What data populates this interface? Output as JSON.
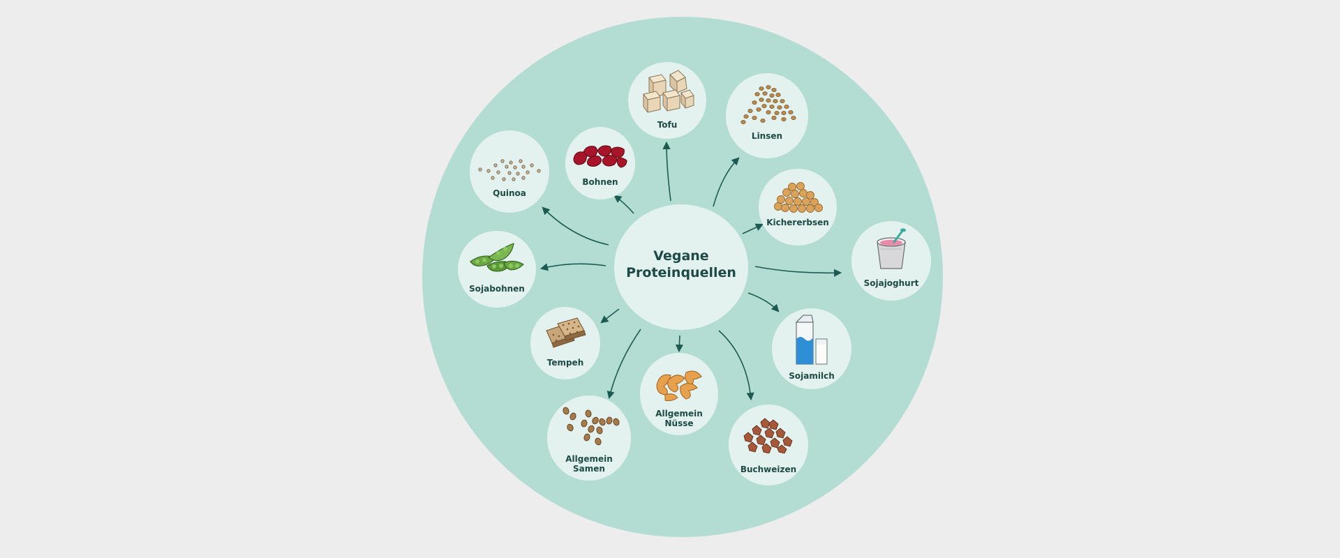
{
  "center": {
    "line1": "Vegane",
    "line2": "Proteinquellen"
  },
  "colors": {
    "background": "#ededed",
    "big_circle": "#b3ddd2",
    "node": "#e3f2ee",
    "text": "#1d4a45",
    "arrow": "#1d5a52"
  },
  "nodes": [
    {
      "id": "tofu",
      "label": "Tofu",
      "icon": "tofu-cubes-icon"
    },
    {
      "id": "linsen",
      "label": "Linsen",
      "icon": "lentils-icon"
    },
    {
      "id": "kichererbsen",
      "label": "Kichererbsen",
      "icon": "chickpeas-icon"
    },
    {
      "id": "sojajoghurt",
      "label": "Sojajoghurt",
      "icon": "soy-yogurt-cup-icon"
    },
    {
      "id": "sojamilch",
      "label": "Sojamilch",
      "icon": "soy-milk-carton-icon"
    },
    {
      "id": "buchweizen",
      "label": "Buchweizen",
      "icon": "buckwheat-icon"
    },
    {
      "id": "nuesse",
      "label": "Allgemein\nNüsse",
      "icon": "nuts-icon"
    },
    {
      "id": "samen",
      "label": "Allgemein\nSamen",
      "icon": "seeds-icon"
    },
    {
      "id": "tempeh",
      "label": "Tempeh",
      "icon": "tempeh-icon"
    },
    {
      "id": "sojabohnen",
      "label": "Sojabohnen",
      "icon": "soybean-pods-icon"
    },
    {
      "id": "quinoa",
      "label": "Quinoa",
      "icon": "quinoa-icon"
    },
    {
      "id": "bohnen",
      "label": "Bohnen",
      "icon": "kidney-beans-icon"
    }
  ]
}
